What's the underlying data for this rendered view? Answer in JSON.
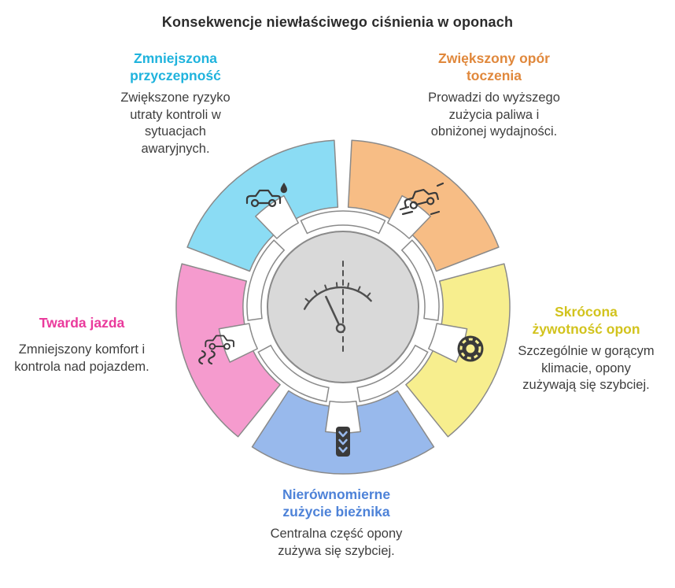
{
  "title": "Konsekwencje niewłaściwego ciśnienia w oponach",
  "center": {
    "icon": "pressure-gauge-icon",
    "fill": "#d9d9d9"
  },
  "segments": [
    {
      "id": "zmniejszona-przyczepnosc",
      "heading": "Zmniejszona przyczepność",
      "body": "Zwiększone ryzyko utraty kontroli w sytuacjach awaryjnych.",
      "color": "#8bdcf4",
      "heading_color": "#1fb3dd",
      "icon": "car-hydroplaning-icon"
    },
    {
      "id": "zwiekszony-opor-toczenia",
      "heading": "Zwiększony opór toczenia",
      "body": "Prowadzi do wyższego zużycia paliwa i obniżonej wydajności.",
      "color": "#f7bd85",
      "heading_color": "#e0883c",
      "icon": "car-skidding-icon"
    },
    {
      "id": "skrocona-zywotnosc-opon",
      "heading": "Skrócona żywotność opon",
      "body": "Szczególnie w gorącym klimacie, opony zużywają się szybciej.",
      "color": "#f7ee8e",
      "heading_color": "#d2c31d",
      "icon": "tire-icon"
    },
    {
      "id": "nierownomierne-zuzycie-bieznika",
      "heading": "Nierównomierne zużycie bieżnika",
      "body": "Centralna część opony zużywa się szybciej.",
      "color": "#98b9ec",
      "heading_color": "#4d82d8",
      "icon": "tire-tread-icon"
    },
    {
      "id": "twarda-jazda",
      "heading": "Twarda jazda",
      "body": "Zmniejszony komfort i kontrola nad pojazdem.",
      "color": "#f59bce",
      "heading_color": "#ea3a9c",
      "icon": "car-comfort-icon"
    }
  ]
}
